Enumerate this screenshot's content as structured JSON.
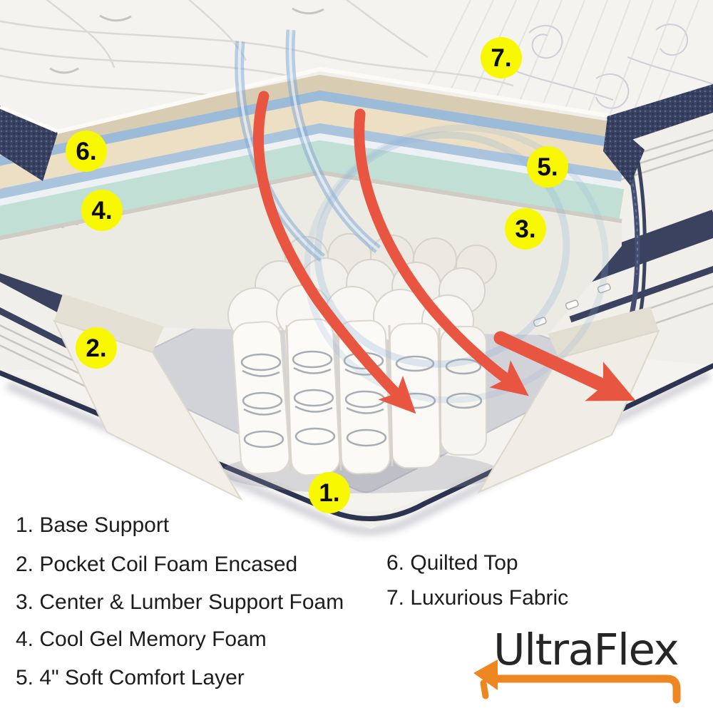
{
  "diagram": {
    "markers": [
      "1.",
      "2.",
      "3.",
      "4.",
      "5.",
      "6.",
      "7."
    ],
    "legend_left": [
      "1. Base Support",
      "2. Pocket Coil Foam Encased",
      "3. Center & Lumber Support Foam",
      "4. Cool Gel Memory Foam",
      "5. 4\" Soft Comfort Layer"
    ],
    "legend_right": [
      "6. Quilted Top",
      "7. Luxurious Fabric"
    ],
    "brand": {
      "name": "UltraFlex",
      "arrow_color": "#ee8722",
      "text_color": "#262626"
    },
    "colors": {
      "marker_bg": "#f8f800",
      "marker_text": "#0d0d0d",
      "airflow_arrow_red": "#e85540",
      "airflow_streak_blue": "#7da5d2",
      "quilt_fabric": "#f4f3f0",
      "quilt_trim_tan": "#d8cdb2",
      "comfort_layer_cream": "#ecdfc4",
      "gel_layer_blue": "#9cbbd8",
      "cool_gel_mint": "#c2dfd5",
      "border_tape_navy": "#394160",
      "side_fabric": "#f1efe9",
      "base_platform_gray": "#d2d3d8"
    }
  }
}
